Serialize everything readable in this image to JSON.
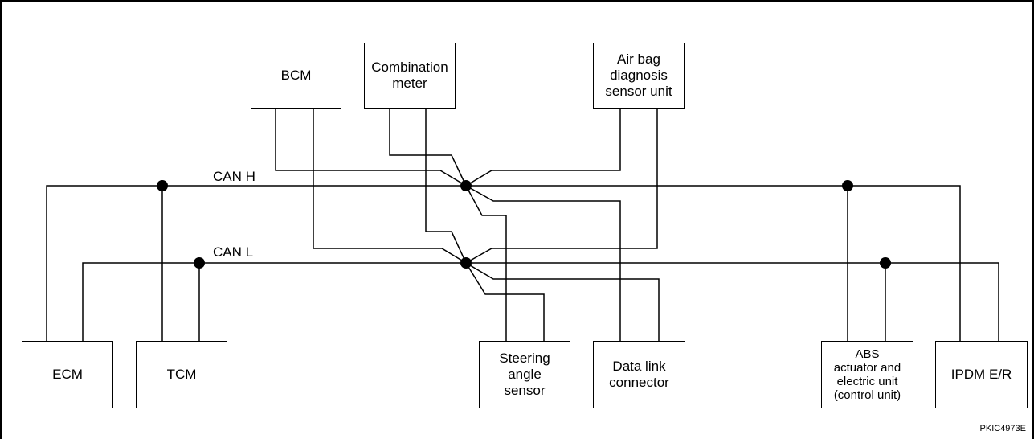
{
  "labels": {
    "can_h": "CAN H",
    "can_l": "CAN L",
    "figure_code": "PKIC4973E"
  },
  "units": {
    "bcm": "BCM",
    "combination_meter": "Combination\nmeter",
    "air_bag": "Air bag\ndiagnosis\nsensor unit",
    "ecm": "ECM",
    "tcm": "TCM",
    "steering_angle_sensor": "Steering\nangle\nsensor",
    "data_link_connector": "Data link\nconnector",
    "abs_actuator": "ABS\nactuator and\nelectric unit\n(control unit)",
    "ipdm": "IPDM E/R"
  },
  "colors": {
    "line": "#000000",
    "background": "#ffffff"
  }
}
